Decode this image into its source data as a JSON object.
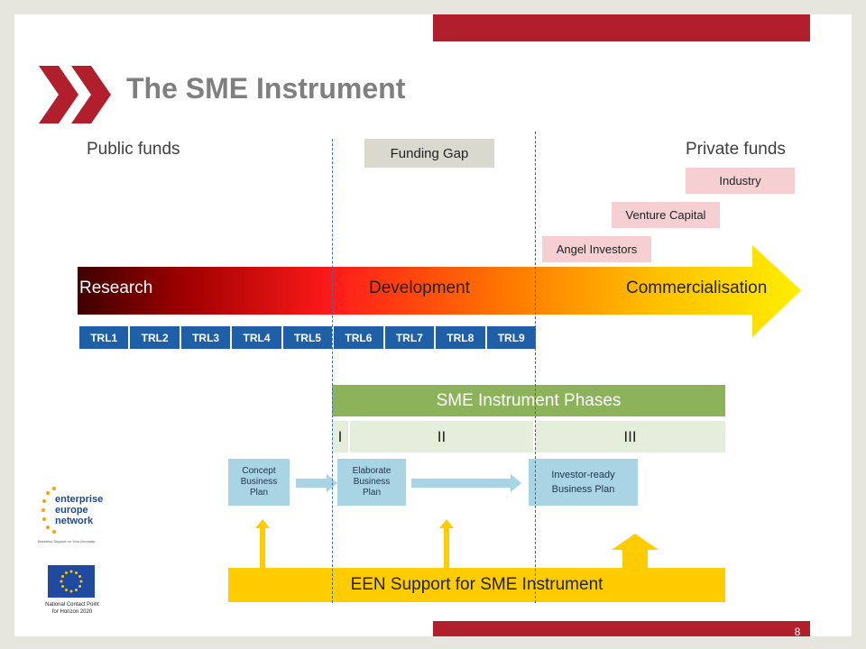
{
  "title": "The SME Instrument",
  "public_funds": "Public funds",
  "private_funds": "Private funds",
  "funding_gap": "Funding Gap",
  "private_sources": [
    "Industry",
    "Venture Capital",
    "Angel Investors"
  ],
  "stages": [
    "Research",
    "Development",
    "Commercialisation"
  ],
  "trl": [
    "TRL1",
    "TRL2",
    "TRL3",
    "TRL4",
    "TRL5",
    "TRL6",
    "TRL7",
    "TRL8",
    "TRL9"
  ],
  "phases": {
    "title": "SME Instrument Phases",
    "items": [
      "I",
      "II",
      "III"
    ]
  },
  "plans": [
    {
      "lines": [
        "Concept",
        "Business",
        "Plan"
      ]
    },
    {
      "lines": [
        "Elaborate",
        "Business",
        "Plan"
      ]
    },
    {
      "lines": [
        "Investor-ready",
        "Business Plan"
      ]
    }
  ],
  "een_support": "EEN Support for SME Instrument",
  "een_logo": {
    "lines": [
      "enterprise",
      "europe",
      "network"
    ],
    "tagline": "Business Support on Your Doorstep"
  },
  "ncp": {
    "lines": [
      "National Contact Point",
      "for Horizon 2020"
    ]
  },
  "page_number": "8",
  "colors": {
    "brand_red": "#b01f2b",
    "trl_blue": "#1f5fa8",
    "phase_green": "#8db35a",
    "een_yellow": "#ffcc00",
    "plan_blue": "#a8d4e3"
  }
}
